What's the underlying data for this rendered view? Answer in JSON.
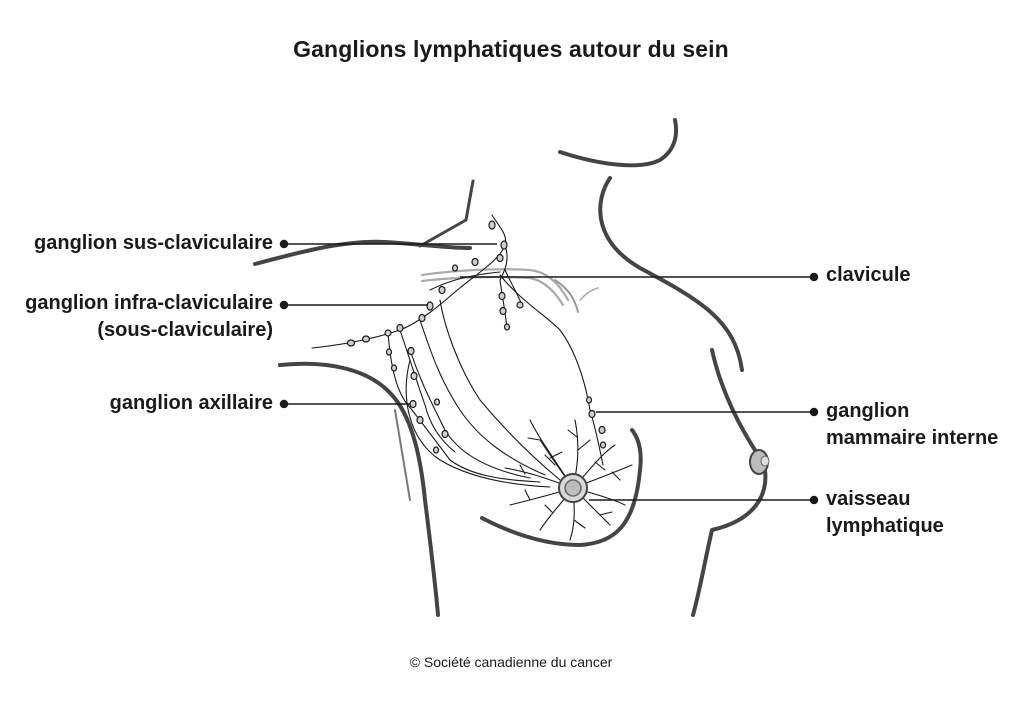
{
  "title": "Ganglions lymphatiques autour du sein",
  "labels": {
    "sus_claviculaire": "ganglion sus-claviculaire",
    "infra_claviculaire_1": "ganglion infra-claviculaire",
    "infra_claviculaire_2": "(sous-claviculaire)",
    "axillaire": "ganglion axillaire",
    "clavicule": "clavicule",
    "mammaire_1": "ganglion",
    "mammaire_2": "mammaire interne",
    "vaisseau_1": "vaisseau",
    "vaisseau_2": "lymphatique"
  },
  "copyright": "© Société canadienne du cancer",
  "colors": {
    "outline": "#444444",
    "vessel": "#1a1a1a",
    "node_fill": "#cfcfcf",
    "nipple_fill": "#bdbdbd"
  }
}
